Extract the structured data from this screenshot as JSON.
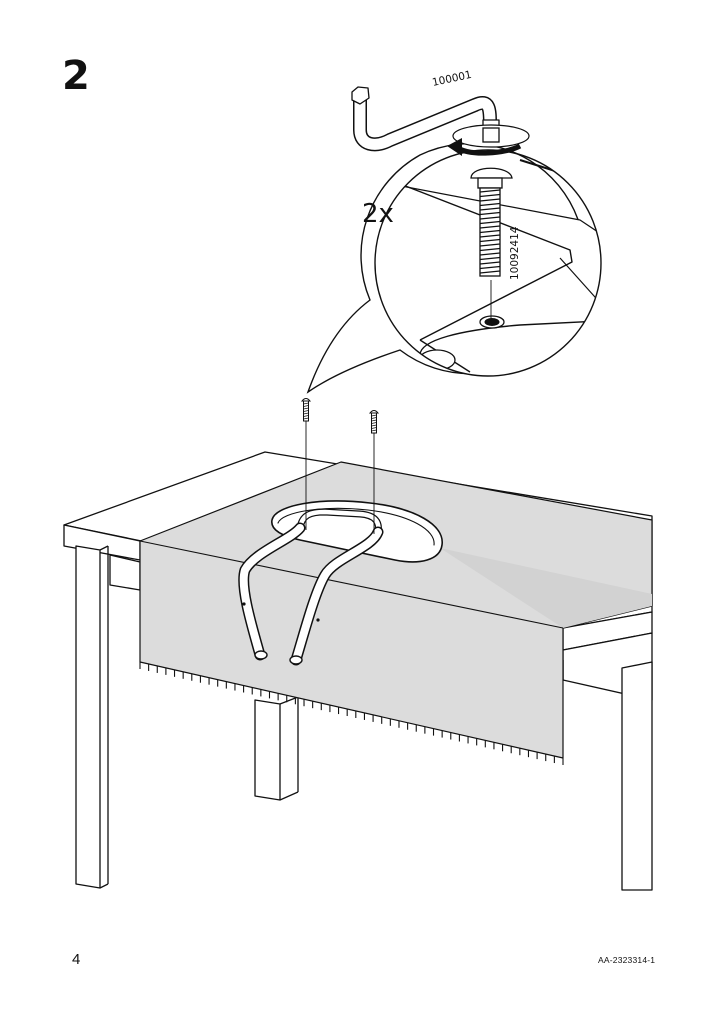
{
  "step": {
    "number": "2"
  },
  "callout": {
    "quantity": "2x",
    "tool_part_number": "100001",
    "screw_part_number": "10092414"
  },
  "footer": {
    "page_number": "4",
    "doc_code": "AA-2323314-1"
  },
  "colors": {
    "ink": "#111111",
    "tablecloth": "#dcdcdc",
    "background": "#ffffff"
  },
  "icons": [
    "allen-key-icon",
    "rotate-arrow-icon",
    "screw-icon"
  ]
}
